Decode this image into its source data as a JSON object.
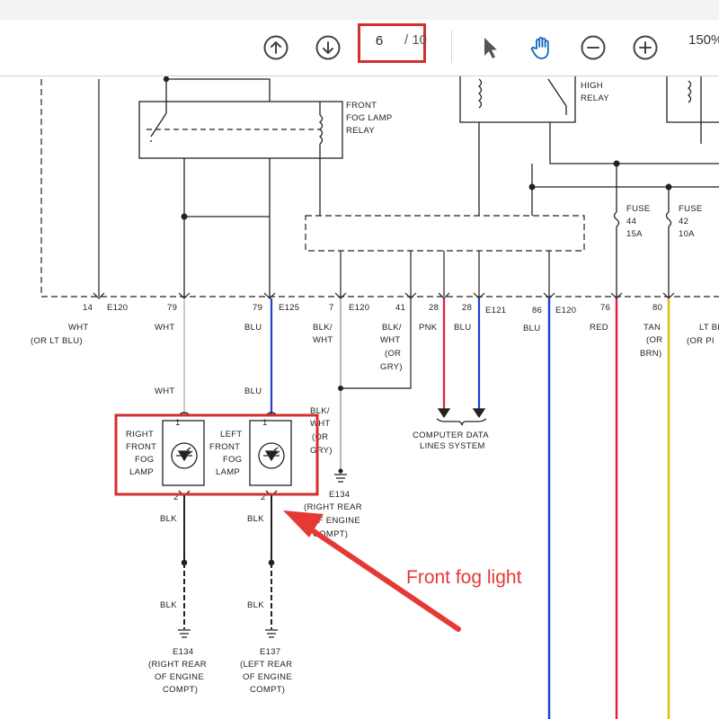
{
  "toolbar": {
    "page_current": "6",
    "page_total": "/ 10",
    "zoom": "150%",
    "buttons": {
      "prev": "arrow-up-circle-icon",
      "next": "arrow-down-circle-icon",
      "select": "pointer-arrow-icon",
      "pan": "hand-icon",
      "zoom_out": "minus-circle-icon",
      "zoom_in": "plus-circle-icon"
    },
    "accent": "#d32f2f",
    "hand_color": "#1565c0"
  },
  "diagram": {
    "relay_front_fog": [
      "FRONT",
      "FOG LAMP",
      "RELAY"
    ],
    "relay_high": [
      "HIGH",
      "RELAY"
    ],
    "fuse_44": [
      "FUSE",
      "44",
      "15A"
    ],
    "fuse_42": [
      "FUSE",
      "42",
      "10A"
    ],
    "pins": {
      "p14": "14",
      "e120a": "E120",
      "p79a": "79",
      "p79b": "79",
      "e125": "E125",
      "p7": "7",
      "e120b": "E120",
      "p41": "41",
      "p28a": "28",
      "p28b": "28",
      "e121": "E121",
      "p86": "86",
      "e120c": "E120",
      "p76": "76",
      "p80": "80"
    },
    "wires": {
      "w14": [
        "WHT",
        "(OR LT BLU)"
      ],
      "w79a": "WHT",
      "w79b": "BLU",
      "w7": [
        "BLK/",
        "WHT"
      ],
      "w41": [
        "BLK/",
        "WHT",
        "(OR",
        "GRY)"
      ],
      "w28a": "PNK",
      "w28b": "BLU",
      "w86": "BLU",
      "w76": "RED",
      "w80": [
        "TAN",
        "(OR",
        "BRN)"
      ],
      "w_right": [
        "LT BL",
        "(OR PI"
      ],
      "w_mid_wht": "WHT",
      "w_mid_blu": "BLU",
      "w_splice": [
        "BLK/",
        "WHT",
        "(OR",
        "GRY)"
      ],
      "blk_1": "BLK",
      "blk_2": "BLK",
      "blk_3": "BLK",
      "blk_4": "BLK"
    },
    "computer_data": [
      "COMPUTER DATA",
      "LINES SYSTEM"
    ],
    "lamp_right": [
      "RIGHT",
      "FRONT",
      "FOG",
      "LAMP"
    ],
    "lamp_left": [
      "LEFT",
      "FRONT",
      "FOG",
      "LAMP"
    ],
    "lamp_pin_top_a": "1",
    "lamp_pin_top_b": "1",
    "lamp_pin_bot_a": "2",
    "lamp_pin_bot_b": "2",
    "ground_e134_mid": [
      "E134",
      "(RIGHT REAR",
      "OF ENGINE",
      "COMPT)"
    ],
    "ground_e134": [
      "E134",
      "(RIGHT REAR",
      "OF ENGINE",
      "COMPT)"
    ],
    "ground_e137": [
      "E137",
      "(LEFT REAR",
      "OF ENGINE",
      "COMPT)"
    ],
    "annotation": "Front fog light",
    "colors": {
      "blu": "#1f3fd1",
      "red": "#e0203a",
      "tan": "#e6b800",
      "wht": "#b8b8b8",
      "highlight": "#d32f2f"
    }
  }
}
